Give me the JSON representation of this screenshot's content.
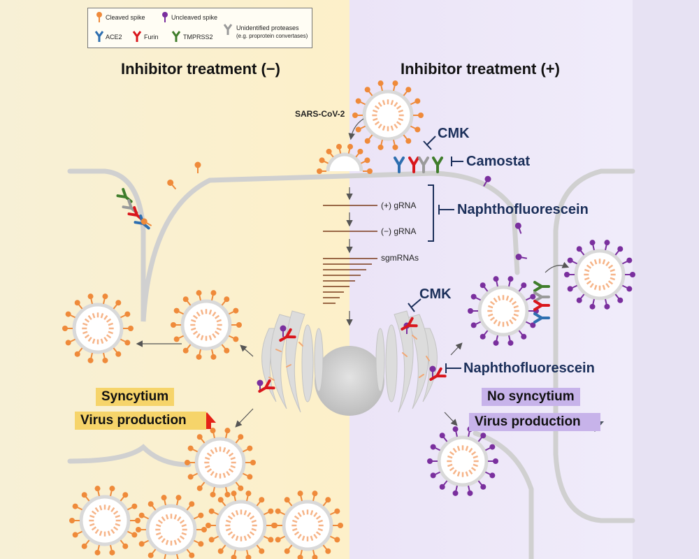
{
  "legend": {
    "cleaved_spike": "Cleaved spike",
    "uncleaved_spike": "Uncleaved spike",
    "ace2": "ACE2",
    "furin": "Furin",
    "tmprss2": "TMPRSS2",
    "unidentified_1": "Unidentified proteases",
    "unidentified_2": "(e.g. proprotein convertases)"
  },
  "left_panel": {
    "title": "Inhibitor treatment (−)",
    "syncytium": "Syncytium",
    "virus_production": "Virus production"
  },
  "right_panel": {
    "title": "Inhibitor treatment (+)",
    "no_syncytium": "No syncytium",
    "virus_production": "Virus production"
  },
  "center": {
    "virus_label": "SARS-CoV-2",
    "plus_grna": "(+) gRNA",
    "minus_grna": "(−) gRNA",
    "sgmrnas": "sgmRNAs"
  },
  "inhibitors": {
    "cmk_top": "CMK",
    "camostat": "Camostat",
    "naphtho_top": "Naphthofluorescein",
    "cmk_golgi": "CMK",
    "naphtho_bottom": "Naphthofluorescein"
  },
  "colors": {
    "left_bg": "#fbf1cf",
    "right_bg": "#ece6f7",
    "cleaved_spike": "#ef8a3a",
    "uncleaved_spike": "#7a2f9e",
    "ace2": "#2e6fb0",
    "furin": "#d9161c",
    "tmprss2": "#3f7d2b",
    "unidentified_protease": "#9a9a9a",
    "inhibitor_text": "#1b2f5a",
    "left_badge": "#f6d46a",
    "right_badge": "#c7b3ea",
    "up_arrow": "#e52216",
    "down_arrow": "#4c5560"
  }
}
